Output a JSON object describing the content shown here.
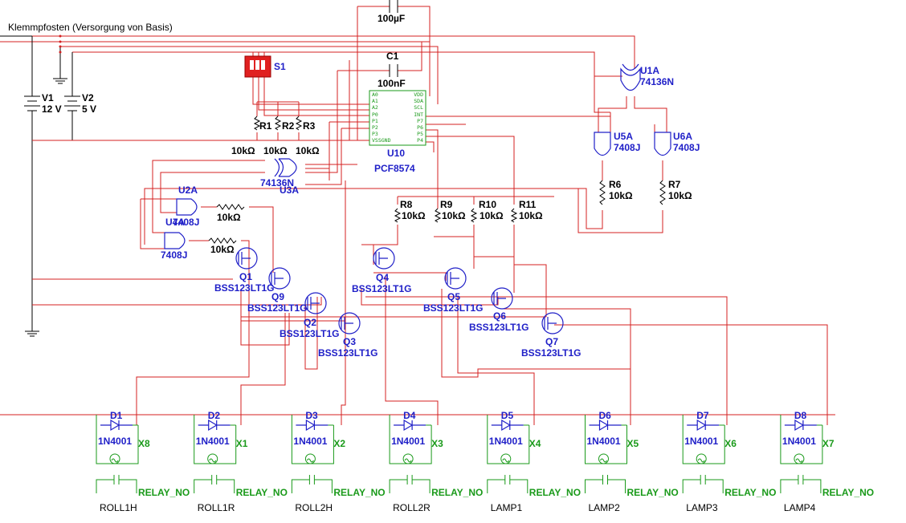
{
  "title_label": "Klemmpfosten (Versorgung von Basis)",
  "sources": [
    {
      "name": "V1",
      "value": "12 V"
    },
    {
      "name": "V2",
      "value": "5 V"
    }
  ],
  "switch": {
    "name": "S1"
  },
  "caps": [
    {
      "name": "",
      "value": "100µF"
    },
    {
      "name": "C1",
      "value": "100nF"
    }
  ],
  "ic": {
    "name": "U10",
    "type": "PCF8574",
    "left_pins": [
      "A0",
      "A1",
      "A2",
      "P0",
      "P1",
      "P2",
      "P3",
      "VSS"
    ],
    "right_pins": [
      "VDD",
      "SDA",
      "SCL",
      "INT",
      "P7",
      "P6",
      "P5",
      "P4"
    ],
    "gnd_label": "GND"
  },
  "resistors": [
    {
      "name": "R1",
      "value": "10kΩ"
    },
    {
      "name": "R2",
      "value": "10kΩ"
    },
    {
      "name": "R3",
      "value": "10kΩ"
    },
    {
      "name": "R6",
      "value": "10kΩ"
    },
    {
      "name": "R7",
      "value": "10kΩ"
    },
    {
      "name": "R8",
      "value": "10kΩ"
    },
    {
      "name": "R9",
      "value": "10kΩ"
    },
    {
      "name": "R10",
      "value": "10kΩ"
    },
    {
      "name": "R11",
      "value": "10kΩ"
    },
    {
      "name": "",
      "value": "10kΩ"
    },
    {
      "name": "",
      "value": "10kΩ"
    }
  ],
  "gates": [
    {
      "name": "U1A",
      "type": "74136N"
    },
    {
      "name": "U3A",
      "type": "74136N"
    },
    {
      "name": "U5A",
      "type": "7408J"
    },
    {
      "name": "U6A",
      "type": "7408J"
    },
    {
      "name": "U2A",
      "type": "7408J"
    },
    {
      "name": "U4A",
      "type": "7408J"
    }
  ],
  "transistors": [
    {
      "name": "Q1",
      "type": "BSS123LT1G"
    },
    {
      "name": "Q9",
      "type": "BSS123LT1G"
    },
    {
      "name": "Q2",
      "type": "BSS123LT1G"
    },
    {
      "name": "Q3",
      "type": "BSS123LT1G"
    },
    {
      "name": "Q4",
      "type": "BSS123LT1G"
    },
    {
      "name": "Q5",
      "type": "BSS123LT1G"
    },
    {
      "name": "Q6",
      "type": "BSS123LT1G"
    },
    {
      "name": "Q7",
      "type": "BSS123LT1G"
    }
  ],
  "relays": [
    {
      "diode": "D1",
      "diode_type": "1N4001",
      "coil": "X8",
      "contact": "RELAY_NO",
      "output": "ROLL1H"
    },
    {
      "diode": "D2",
      "diode_type": "1N4001",
      "coil": "X1",
      "contact": "RELAY_NO",
      "output": "ROLL1R"
    },
    {
      "diode": "D3",
      "diode_type": "1N4001",
      "coil": "X2",
      "contact": "RELAY_NO",
      "output": "ROLL2H"
    },
    {
      "diode": "D4",
      "diode_type": "1N4001",
      "coil": "X3",
      "contact": "RELAY_NO",
      "output": "ROLL2R"
    },
    {
      "diode": "D5",
      "diode_type": "1N4001",
      "coil": "X4",
      "contact": "RELAY_NO",
      "output": "LAMP1"
    },
    {
      "diode": "D6",
      "diode_type": "1N4001",
      "coil": "X5",
      "contact": "RELAY_NO",
      "output": "LAMP2"
    },
    {
      "diode": "D7",
      "diode_type": "1N4001",
      "coil": "X6",
      "contact": "RELAY_NO",
      "output": "LAMP3"
    },
    {
      "diode": "D8",
      "diode_type": "1N4001",
      "coil": "X7",
      "contact": "RELAY_NO",
      "output": "LAMP4"
    }
  ]
}
